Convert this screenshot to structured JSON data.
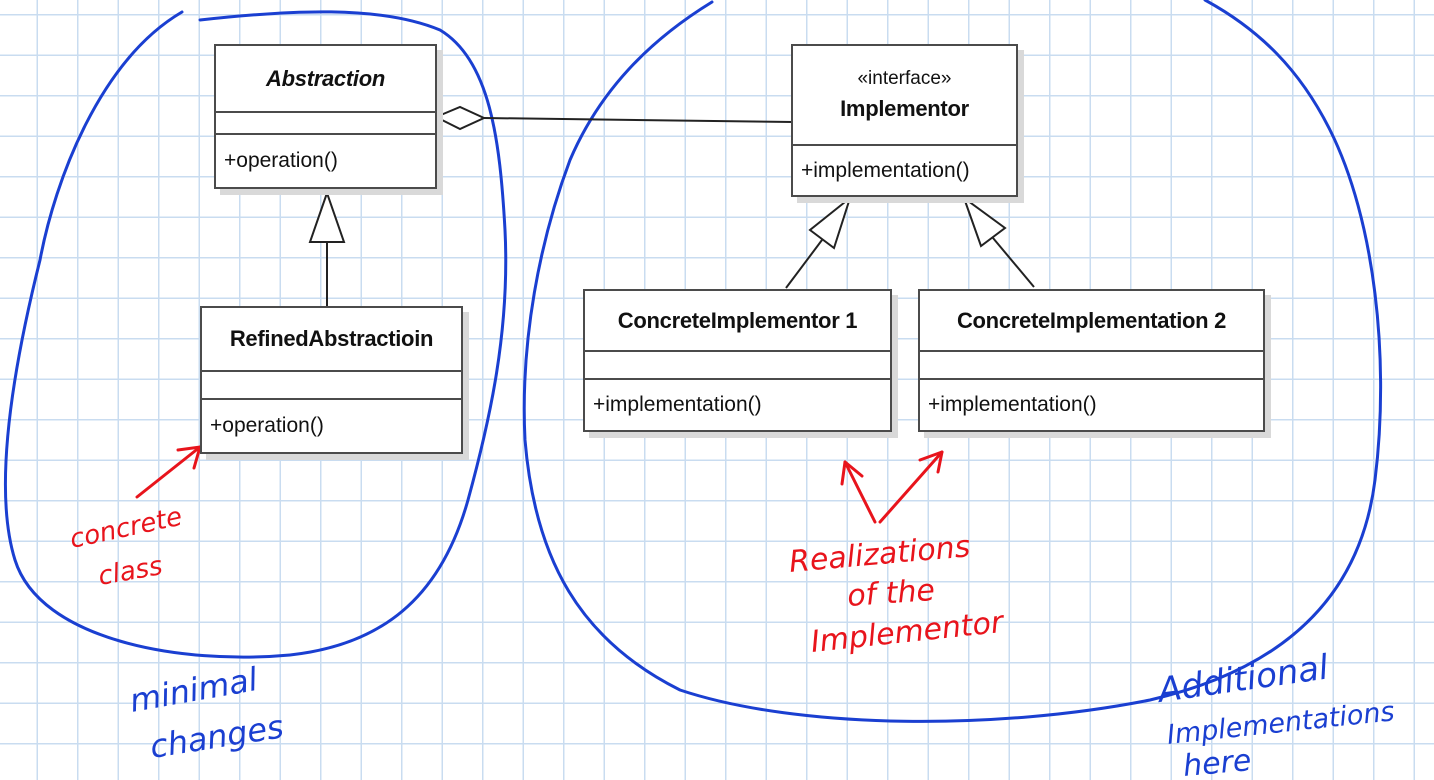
{
  "classes": {
    "abstraction": {
      "name": "Abstraction",
      "attributes": [],
      "operations": [
        "+operation()"
      ]
    },
    "refined": {
      "name": "RefinedAbstractioin",
      "attributes": [],
      "operations": [
        "+operation()"
      ]
    },
    "implementor": {
      "stereotype": "«interface»",
      "name": "Implementor",
      "attributes": [],
      "operations": [
        "+implementation()"
      ]
    },
    "concrete1": {
      "name": "ConcreteImplementor 1",
      "attributes": [],
      "operations": [
        "+implementation()"
      ]
    },
    "concrete2": {
      "name": "ConcreteImplementation 2",
      "attributes": [],
      "operations": [
        "+implementation()"
      ]
    }
  },
  "relationships": [
    {
      "type": "aggregation",
      "from": "abstraction",
      "to": "implementor"
    },
    {
      "type": "generalization",
      "from": "refined",
      "to": "abstraction"
    },
    {
      "type": "realization",
      "from": "concrete1",
      "to": "implementor"
    },
    {
      "type": "realization",
      "from": "concrete2",
      "to": "implementor"
    }
  ],
  "annotations": {
    "concrete_class": {
      "lines": [
        "concrete",
        "class"
      ],
      "color": "#e8141c"
    },
    "realizations": {
      "lines": [
        "Realizations",
        "of the",
        "Implementor"
      ],
      "color": "#e8141c"
    },
    "minimal_changes": {
      "lines": [
        "minimal",
        "changes"
      ],
      "color": "#1a3fd1"
    },
    "additional": {
      "lines": [
        "Additional",
        "Implementations",
        "here"
      ],
      "color": "#1a3fd1"
    }
  },
  "colors": {
    "ink_blue": "#1a3fd1",
    "ink_red": "#e8141c",
    "grid": "#c9dcf0",
    "box_border": "#4b4b4b"
  }
}
